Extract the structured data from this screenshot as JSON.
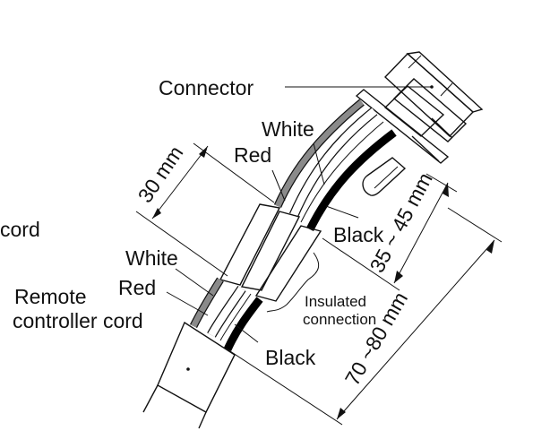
{
  "labels": {
    "connector": "Connector",
    "cord_partial": "cord",
    "white_top": "White",
    "red_top": "Red",
    "black_top": "Black",
    "white_bottom": "White",
    "red_bottom": "Red",
    "black_bottom": "Black",
    "remote_line1": "Remote",
    "remote_line2": "controller cord",
    "insulated_line1": "Insulated",
    "insulated_line2": "connection"
  },
  "dimensions": {
    "d30": "30 mm",
    "d35_45": "35 ~ 45 mm",
    "d70_80": "70 ~80 mm"
  },
  "colors": {
    "line": "#111111",
    "red_wire": "#8a8a8a",
    "black_wire": "#000000",
    "white_wire": "#ffffff"
  }
}
